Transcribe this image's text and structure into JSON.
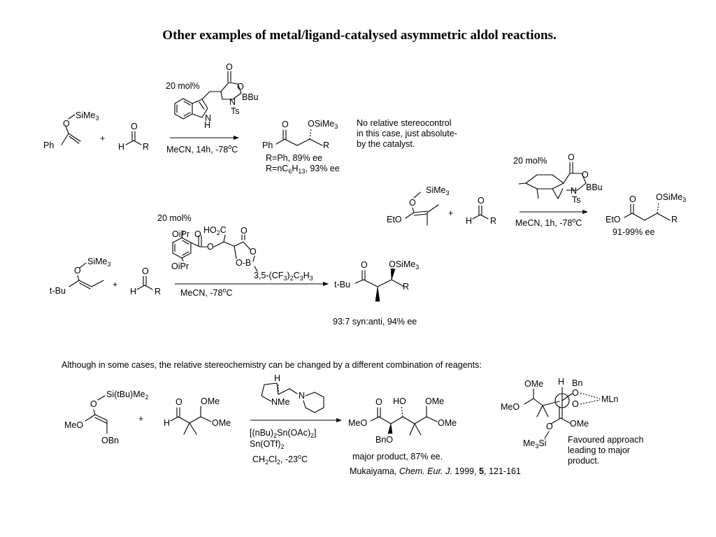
{
  "title": "Other examples of metal/ligand-catalysed asymmetric aldol reactions.",
  "common": {
    "plus": "+",
    "atom_O": "O",
    "atom_H": "H",
    "atom_R": "R",
    "atom_N": "N",
    "sub_3": "3",
    "sub_2": "2",
    "deg": "o",
    "c": "C",
    "OSiMe": "OSiMe",
    "SiMe": "SiMe"
  },
  "r1": {
    "ph": "Ph",
    "catalyst_loading": "20 mol%",
    "cat_bbu": "BBu",
    "cat_ts": "Ts",
    "cat_nh": "H",
    "cond": "MeCN, 14h, -78",
    "prod_ph": "Ph",
    "yield1": "R=Ph, 89% ee",
    "yield2_a": "R=nC",
    "yield2_b": "6",
    "yield2_c": "H",
    "yield2_d": "13",
    "yield2_e": ", 93% ee",
    "note": [
      "No relative stereocontrol",
      "in this case, just absolute-",
      "by the catalyst."
    ]
  },
  "r2": {
    "eto": "EtO",
    "catalyst_loading": "20 mol%",
    "cat_bbu": "BBu",
    "cat_ts": "Ts",
    "cond": "MeCN, 1h, -78",
    "prod_eto": "EtO",
    "yield": "91-99% ee"
  },
  "r3": {
    "tbu": "t-Bu",
    "catalyst_loading": "20 mol%",
    "oipr": "OiPr",
    "ho2c_a": "HO",
    "ho2c_b": "C",
    "cat_b": "O-B",
    "cat_aryl_a": "3,5-(CF",
    "cat_aryl_b": ")",
    "cat_aryl_c": "C",
    "cat_aryl_d": "H",
    "cond": "MeCN, -78",
    "prod_tbu": "t-Bu",
    "yield": "93:7 syn:anti, 94% ee"
  },
  "r4": {
    "intro": "Although in some cases, the relative stereochemistry can be changed by a different combination of reagents:",
    "si_a": "Si(tBu)Me",
    "meo": "MeO",
    "obn": "OBn",
    "ome": "OMe",
    "nme": "NMe",
    "reag1_a": "[(nBu)",
    "reag1_b": "Sn(OAc)",
    "reag1_c": "]",
    "reag2_a": "Sn(OTf)",
    "cond_a": "CH",
    "cond_b": "Cl",
    "cond_c": ", -23",
    "prod_meo": "MeO",
    "prod_ho": "HO",
    "prod_bno": "BnO",
    "prod_ome": "OMe",
    "major": "major product, 87% ee.",
    "ref_a": "Mukaiyama, ",
    "ref_b": "Chem. Eur. J.",
    "ref_c": " 1999, ",
    "ref_d": "5",
    "ref_e": ", 121-161",
    "ts_ome": "OMe",
    "ts_meo": "MeO",
    "ts_bn": "Bn",
    "ts_mln": "MLn",
    "ts_me3si_a": "Me",
    "ts_me3si_b": "Si",
    "favoured": [
      "Favoured approach",
      "leading to major",
      "product."
    ]
  }
}
